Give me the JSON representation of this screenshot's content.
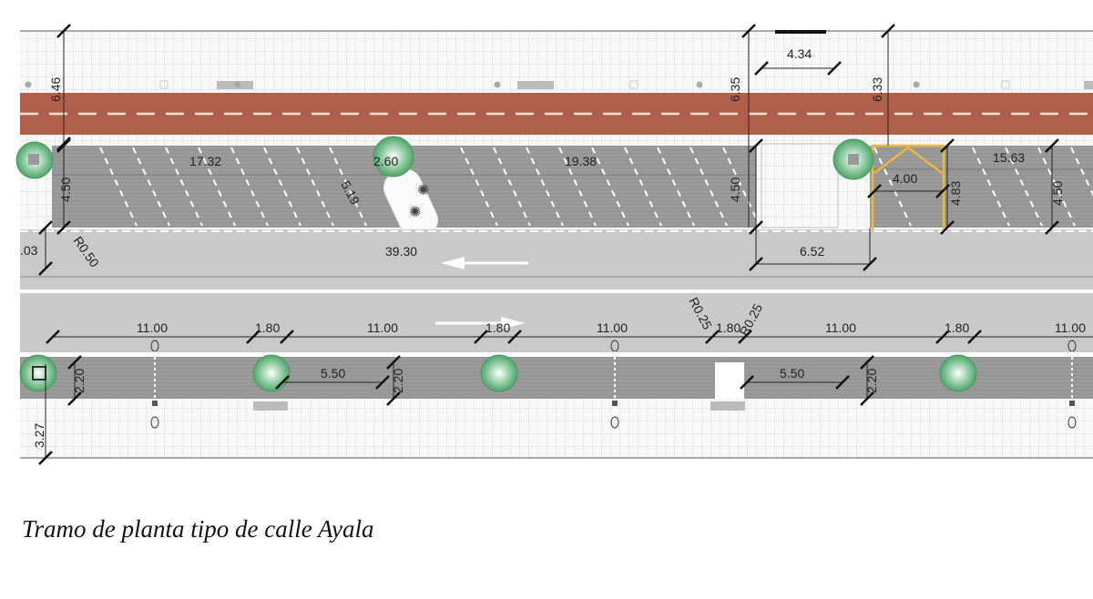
{
  "caption": "Tramo de planta tipo de calle Ayala",
  "colors": {
    "bike_lane": "#b0604a",
    "parking": "#9c9c9c",
    "road": "#c9c9c9",
    "sidewalk": "#f7f7f7",
    "tree": "#5fb27a",
    "loading_zone": "#e8b93a"
  },
  "dimensions": {
    "top_sidewalk_left": "6.46",
    "top_sidewalk_mid": "6.35",
    "top_sidewalk_right": "6.33",
    "driveway_width": "4.34",
    "parking_left_length": "17.32",
    "parking_left_depth": "4.50",
    "planter_width": "2.60",
    "planter_length": "5.19",
    "parking_mid_length": "19.38",
    "parking_mid_depth": "4.50",
    "loading_width": "4.00",
    "loading_depth": "4.83",
    "parking_right_length": "15.63",
    "parking_right_depth": "4.50",
    "edge_left": ".03",
    "corner_radius_left": "R0.50",
    "lane_segment": "39.30",
    "driveway_opening": "6.52",
    "bay_1": "11.00",
    "tree_gap_1": "1.80",
    "bay_2": "11.00",
    "tree_gap_2": "1.80",
    "bay_3": "11.00",
    "corner_radius_a": "R0.25",
    "tree_gap_3": "1.80",
    "corner_radius_b": "R0.25",
    "bay_4": "11.00",
    "tree_gap_4": "1.80",
    "bay_5": "11.00",
    "lower_parking_depth_left": "2.20",
    "lower_space_1": "5.50",
    "lower_parking_depth_mid": "2.20",
    "lower_space_2": "5.50",
    "lower_parking_depth_right": "2.20",
    "bottom_sidewalk": "3.27"
  }
}
